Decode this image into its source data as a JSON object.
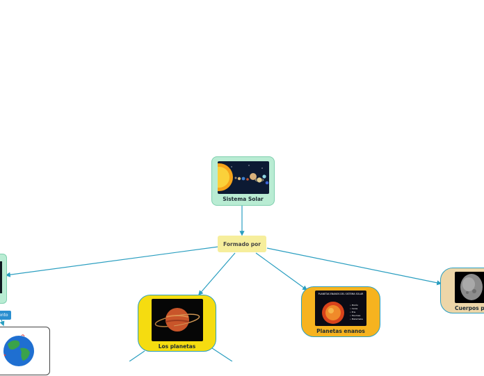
{
  "canvas": {
    "background": "#ffffff",
    "connector_color": "#2a9ec0"
  },
  "nodes": {
    "root": {
      "label": "Sistema Solar",
      "fill": "#b9ecd3",
      "image": "solar-system-illustration"
    },
    "formado": {
      "label": "Formado por",
      "fill": "#f6ee9c"
    },
    "planetas": {
      "label": "Los planetas",
      "fill": "#f5dc10",
      "image": "ringed-planet-illustration"
    },
    "enanos": {
      "label": "Planetas enanos",
      "fill": "#f6b31f",
      "image": "dwarf-planets-infographic",
      "image_title": "PLANETAS ENANOS DEL SISTEMA SOLAR",
      "image_list": [
        "• Plutón",
        "• Ceres",
        "• Eris",
        "• Haumea",
        "• Makemake"
      ]
    },
    "cuerpos": {
      "label": "Cuerpos pe",
      "fill": "#edd6a8",
      "image": "asteroid-photo"
    },
    "left_partial": {
      "fill": "#b9ecd3",
      "image": "dark-space-image"
    },
    "tierra": {
      "image": "earth-globe-illustration",
      "tag": "ento"
    }
  }
}
